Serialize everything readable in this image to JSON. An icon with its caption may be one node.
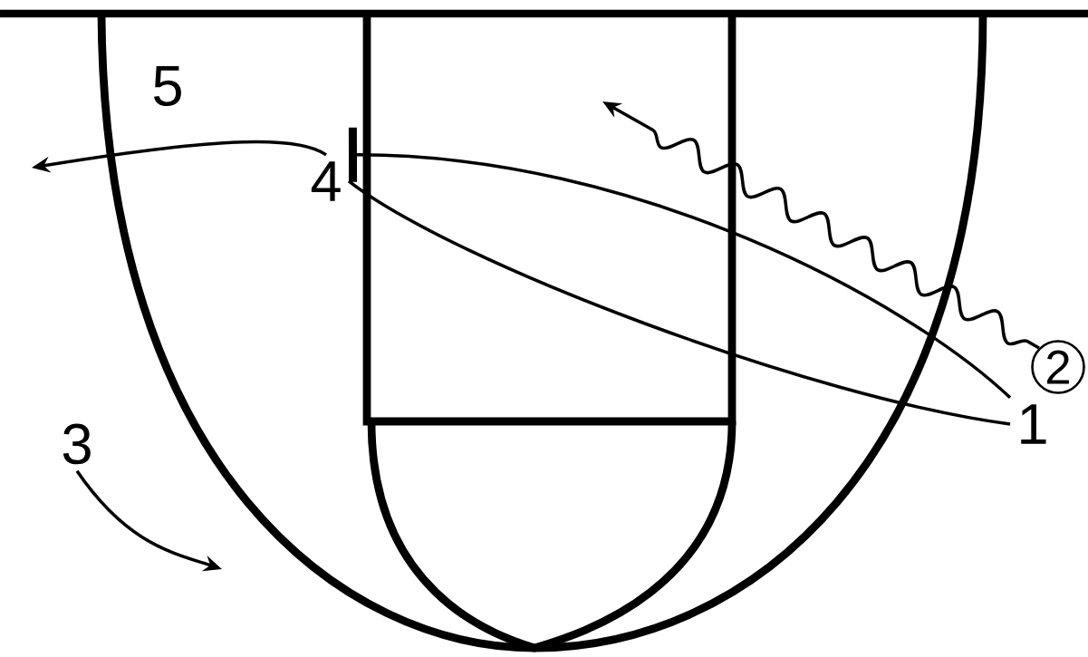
{
  "diagram": {
    "nodes": [
      {
        "text": [
          "5"
        ]
      },
      {
        "text": [
          "4"
        ]
      },
      {
        "text": [
          "3"
        ]
      },
      {
        "text": [
          "1"
        ]
      },
      {
        "text": [
          "2"
        ]
      }
    ],
    "edges": [
      {
        "from": 3,
        "to": 1,
        "arrow": "other"
      },
      {
        "from": 3,
        "to": 1,
        "arrow": "none"
      },
      {
        "from": 1,
        "to": null,
        "arrow": "to"
      },
      {
        "from": 4,
        "to": null,
        "arrow": "to"
      },
      {
        "from": 2,
        "to": null,
        "arrow": "to"
      }
    ]
  }
}
